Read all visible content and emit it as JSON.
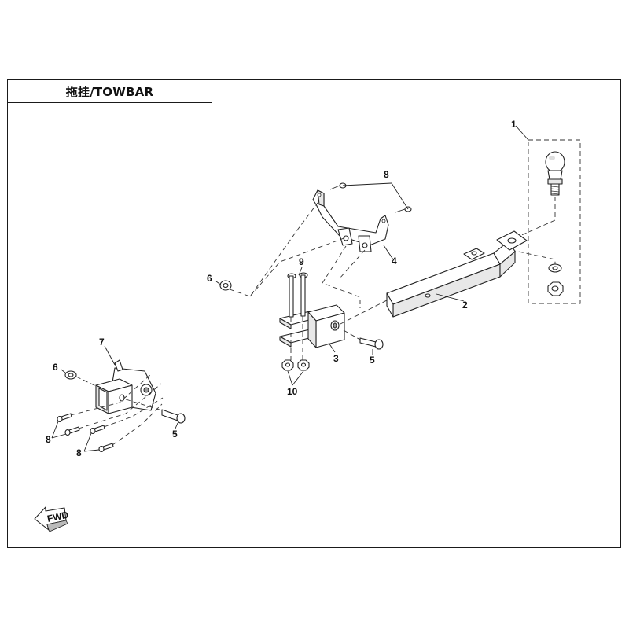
{
  "title": "拖挂/TOWBAR",
  "callouts": {
    "c1": "1",
    "c2": "2",
    "c3": "3",
    "c4": "4",
    "c5a": "5",
    "c5b": "5",
    "c6a": "6",
    "c6b": "6",
    "c7": "7",
    "c8a": "8",
    "c8b": "8",
    "c8c": "8",
    "c9": "9",
    "c10": "10"
  },
  "fwd_label": "FWD"
}
